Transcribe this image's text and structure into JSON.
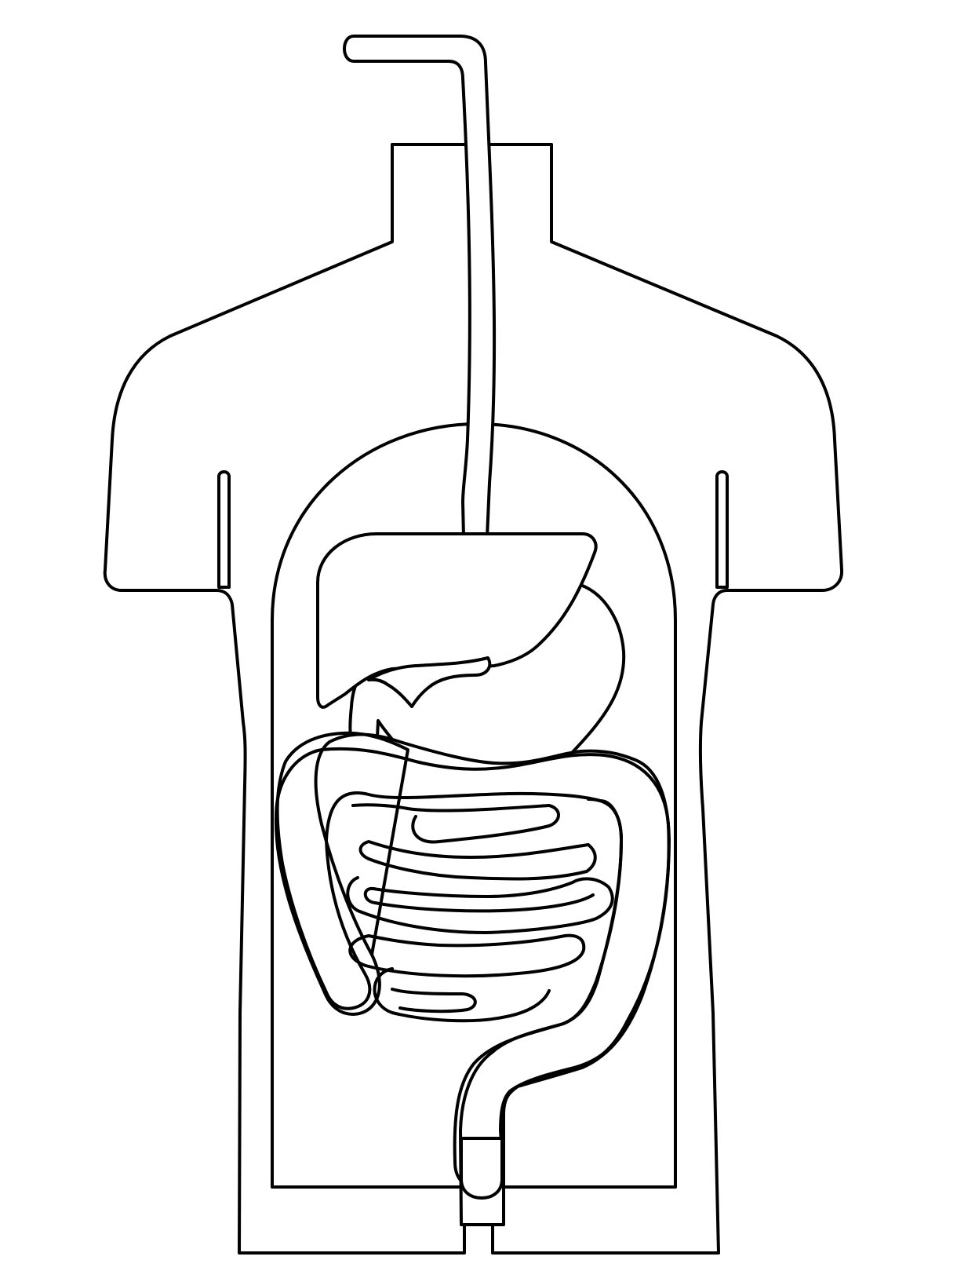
{
  "diagram": {
    "type": "digestive-system-outline",
    "background_color": "#ffffff",
    "line_color": "#000000",
    "parts": [
      "torso",
      "abdominal-cavity",
      "esophagus",
      "liver",
      "stomach",
      "gallbladder",
      "large-intestine",
      "small-intestine",
      "rectum"
    ]
  }
}
